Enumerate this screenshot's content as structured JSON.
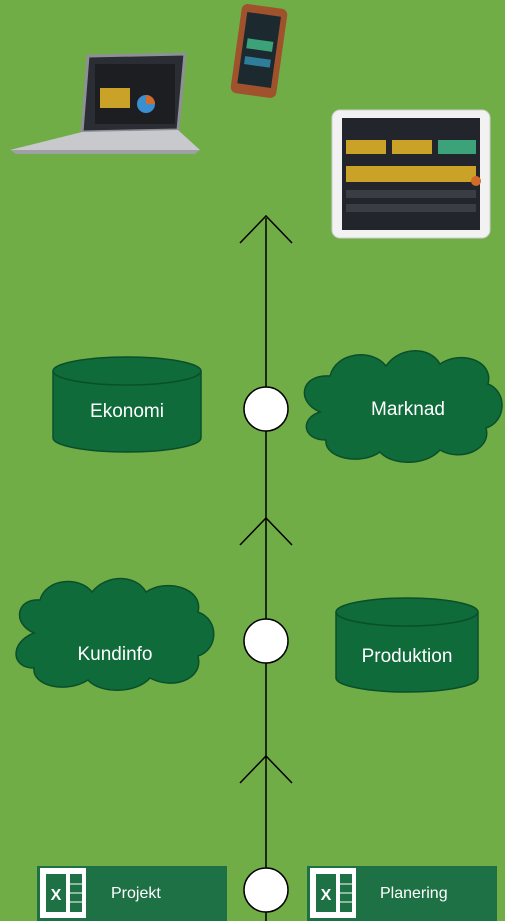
{
  "colors": {
    "background": "#70ad47",
    "node_fill": "#0f6b3a",
    "node_stroke": "#0a4f2a",
    "excel_fill": "#1e7145",
    "line": "#000000",
    "circle": "#ffffff"
  },
  "nodes": {
    "ekonomi": {
      "label": "Ekonomi",
      "shape": "database"
    },
    "marknad": {
      "label": "Marknad",
      "shape": "cloud"
    },
    "kundinfo": {
      "label": "Kundinfo",
      "shape": "cloud"
    },
    "produktion": {
      "label": "Produktion",
      "shape": "database"
    }
  },
  "excel_sources": [
    {
      "label": "Projekt",
      "icon": "excel-icon"
    },
    {
      "label": "Planering",
      "icon": "excel-icon"
    }
  ],
  "devices": [
    "laptop-icon",
    "phone-icon",
    "tablet-icon"
  ]
}
